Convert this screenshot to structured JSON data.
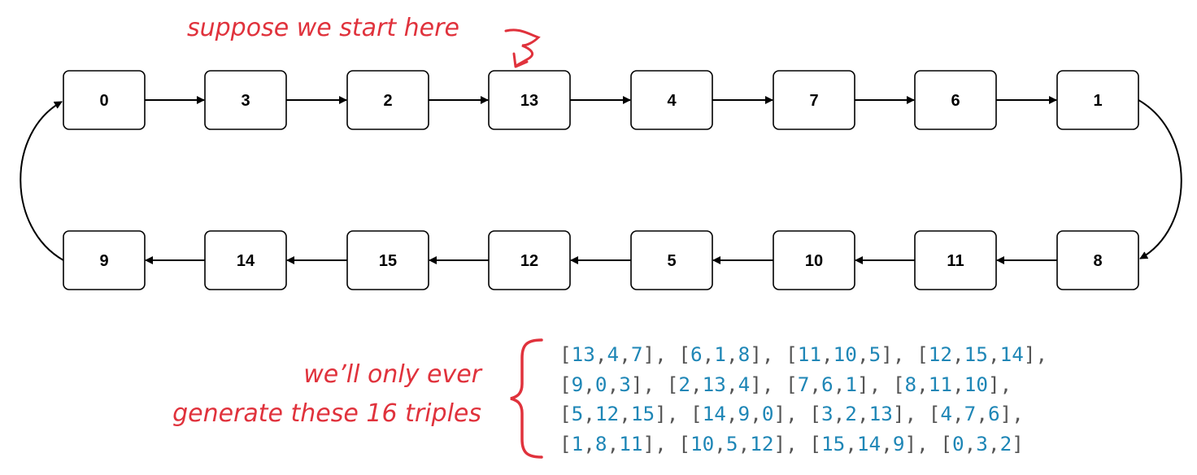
{
  "annotations": {
    "start": "suppose we start here",
    "triples_line1": "we’ll only ever",
    "triples_line2": "generate these 16 triples"
  },
  "colors": {
    "annotation": "#e0323c",
    "number": "#1e86b6",
    "punctuation": "#555555",
    "box_border": "#000000"
  },
  "top_row": [
    "0",
    "3",
    "2",
    "13",
    "4",
    "7",
    "6",
    "1"
  ],
  "bottom_row": [
    "9",
    "14",
    "15",
    "12",
    "5",
    "10",
    "11",
    "8"
  ],
  "triples": [
    [
      [
        "13",
        "4",
        "7"
      ],
      [
        "6",
        "1",
        "8"
      ],
      [
        "11",
        "10",
        "5"
      ],
      [
        "12",
        "15",
        "14"
      ]
    ],
    [
      [
        "9",
        "0",
        "3"
      ],
      [
        "2",
        "13",
        "4"
      ],
      [
        "7",
        "6",
        "1"
      ],
      [
        "8",
        "11",
        "10"
      ]
    ],
    [
      [
        "5",
        "12",
        "15"
      ],
      [
        "14",
        "9",
        "0"
      ],
      [
        "3",
        "2",
        "13"
      ],
      [
        "4",
        "7",
        "6"
      ]
    ],
    [
      [
        "1",
        "8",
        "11"
      ],
      [
        "10",
        "5",
        "12"
      ],
      [
        "15",
        "14",
        "9"
      ],
      [
        "0",
        "3",
        "2"
      ]
    ]
  ]
}
